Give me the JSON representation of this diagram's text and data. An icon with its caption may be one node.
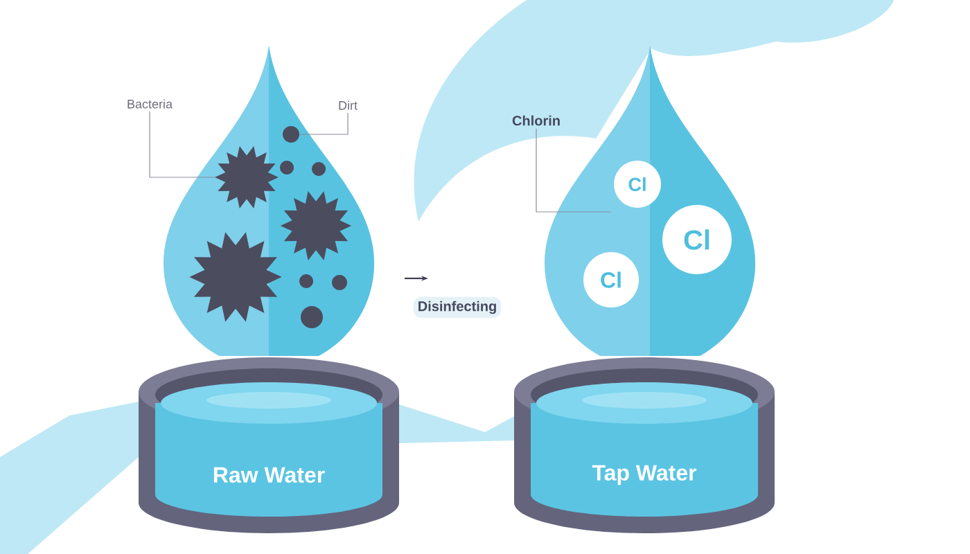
{
  "diagram": {
    "nodes": [
      {
        "text": [],
        "shape": "drop"
      },
      {
        "text": [],
        "shape": "drop"
      },
      {
        "text": [
          "Bacteria"
        ]
      },
      {
        "text": [
          "Dirt"
        ]
      },
      {
        "text": [],
        "shape": "picture",
        "in": 0
      },
      {
        "text": [],
        "shape": "picture",
        "in": 0
      },
      {
        "text": [],
        "shape": "picture",
        "in": 0
      },
      {
        "text": [],
        "shape": "circle",
        "in": 0
      },
      {
        "text": [],
        "shape": "circle",
        "in": 0
      },
      {
        "text": [],
        "shape": "circle",
        "in": 0
      },
      {
        "text": [],
        "shape": "circle",
        "in": 0
      },
      {
        "text": [],
        "shape": "circle",
        "in": 0
      },
      {
        "text": [],
        "shape": "circle",
        "in": 0
      },
      {
        "text": [
          "Chlorin"
        ]
      },
      {
        "text": [
          "Cl"
        ],
        "in": 1
      },
      {
        "text": [
          "Cl"
        ],
        "in": 1
      },
      {
        "text": [
          "Cl"
        ],
        "in": 1
      },
      {
        "text": [
          "Raw Water"
        ]
      },
      {
        "text": [
          "Tap Water"
        ]
      }
    ],
    "edges": [
      {
        "from": 2,
        "to": 4,
        "arrow": "none"
      },
      {
        "from": 3,
        "to": 7,
        "arrow": "none"
      },
      {
        "from": 13,
        "to": 1,
        "arrow": "none"
      }
    ],
    "labels": [
      "Disinfecting"
    ]
  }
}
